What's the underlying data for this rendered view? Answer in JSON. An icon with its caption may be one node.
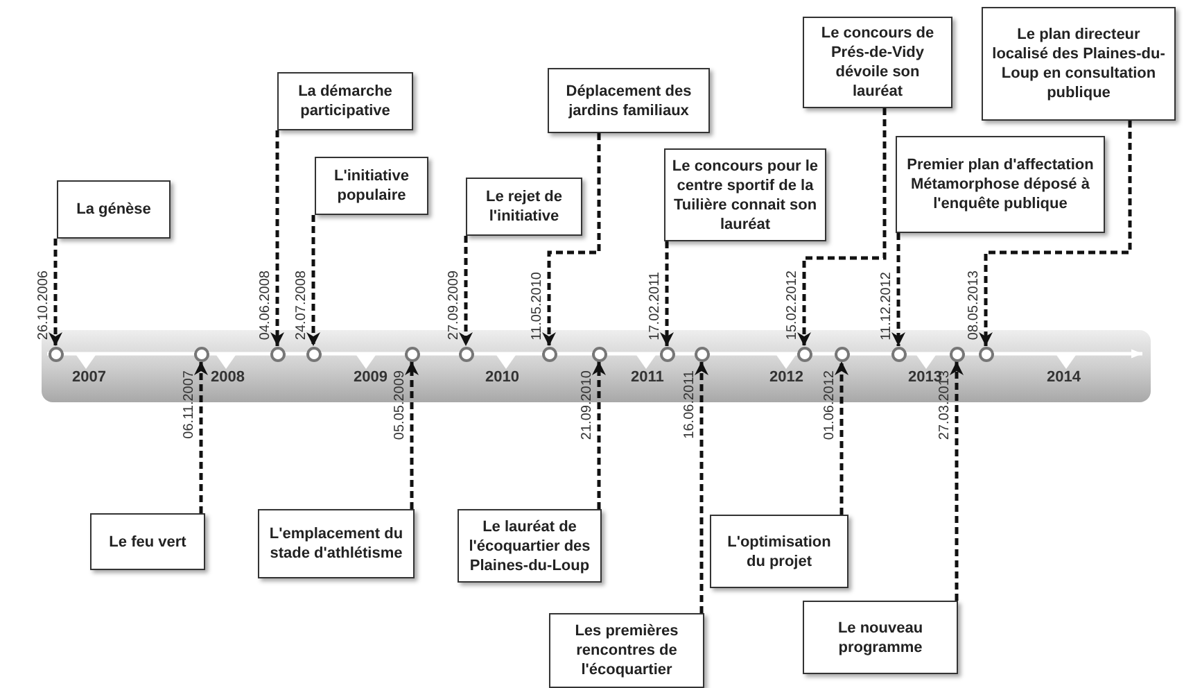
{
  "diagram": {
    "nodes": [
      {
        "text": [
          "La génèse"
        ]
      },
      {
        "text": [
          "Le feu vert"
        ]
      },
      {
        "text": [
          "La démarche participative"
        ]
      },
      {
        "text": [
          "L'initiative populaire"
        ]
      },
      {
        "text": [
          "L'emplacement du stade d'athlétisme"
        ]
      },
      {
        "text": [
          "Le rejet de l'initiative"
        ]
      },
      {
        "text": [
          "Déplacement des jardins familiaux"
        ]
      },
      {
        "text": [
          "Le lauréat de l'écoquartier des Plaines-du-Loup"
        ]
      },
      {
        "text": [
          "Le concours pour le centre sportif de la Tuilière connait son lauréat"
        ]
      },
      {
        "text": [
          "Les premières rencontres de l'écoquartier"
        ]
      },
      {
        "text": [
          "Le concours de Prés-de-Vidy dévoile son lauréat"
        ]
      },
      {
        "text": [
          "L'optimisation du projet"
        ]
      },
      {
        "text": [
          "Premier plan d'affectation Métamorphose déposé à l'enquête publique"
        ]
      },
      {
        "text": [
          "Le nouveau programme"
        ]
      },
      {
        "text": [
          "Le plan directeur localisé des Plaines-du-Loup en consultation publique"
        ]
      },
      {
        "text": [],
        "shape": "circle"
      },
      {
        "text": [],
        "shape": "circle"
      },
      {
        "text": [],
        "shape": "circle"
      },
      {
        "text": [],
        "shape": "circle"
      },
      {
        "text": [],
        "shape": "circle"
      },
      {
        "text": [],
        "shape": "circle"
      },
      {
        "text": [],
        "shape": "circle"
      },
      {
        "text": [],
        "shape": "circle"
      },
      {
        "text": [],
        "shape": "circle"
      },
      {
        "text": [],
        "shape": "circle"
      },
      {
        "text": [],
        "shape": "circle"
      },
      {
        "text": [],
        "shape": "circle"
      },
      {
        "text": [],
        "shape": "circle"
      },
      {
        "text": [],
        "shape": "circle"
      },
      {
        "text": [],
        "shape": "circle"
      }
    ],
    "edges": [
      {
        "from": 0,
        "to": 15,
        "arrow": "to",
        "label": "26.10.2006",
        "style": "dashed"
      },
      {
        "from": 1,
        "to": 16,
        "arrow": "to",
        "label": "06.11.2007",
        "style": "dashed"
      },
      {
        "from": 2,
        "to": 17,
        "arrow": "to",
        "label": "04.06.2008",
        "style": "dashed"
      },
      {
        "from": 3,
        "to": 18,
        "arrow": "to",
        "label": "24.07.2008",
        "style": "dashed"
      },
      {
        "from": 4,
        "to": 19,
        "arrow": "to",
        "label": "05.05.2009",
        "style": "dashed"
      },
      {
        "from": 5,
        "to": 20,
        "arrow": "to",
        "label": "27.09.2009",
        "style": "dashed"
      },
      {
        "from": 6,
        "to": 21,
        "arrow": "to",
        "label": "11.05.2010",
        "style": "dashed"
      },
      {
        "from": 7,
        "to": 22,
        "arrow": "to",
        "label": "21.09.2010",
        "style": "dashed"
      },
      {
        "from": 8,
        "to": 23,
        "arrow": "to",
        "label": "17.02.2011",
        "style": "dashed"
      },
      {
        "from": 9,
        "to": 24,
        "arrow": "to",
        "label": "16.06.2011",
        "style": "dashed"
      },
      {
        "from": 10,
        "to": 25,
        "arrow": "to",
        "label": "15.02.2012",
        "style": "dashed"
      },
      {
        "from": 11,
        "to": 26,
        "arrow": "to",
        "label": "01.06.2012",
        "style": "dashed"
      },
      {
        "from": 12,
        "to": 27,
        "arrow": "to",
        "label": "11.12.2012",
        "style": "dashed"
      },
      {
        "from": 13,
        "to": 28,
        "arrow": "to",
        "label": "27.03.2013",
        "style": "dashed"
      },
      {
        "from": 14,
        "to": 29,
        "arrow": "to",
        "label": "08.05.2013",
        "style": "dashed"
      }
    ],
    "labels": [
      "2007",
      "2008",
      "2009",
      "2010",
      "2011",
      "2012",
      "2013",
      "2014"
    ]
  }
}
